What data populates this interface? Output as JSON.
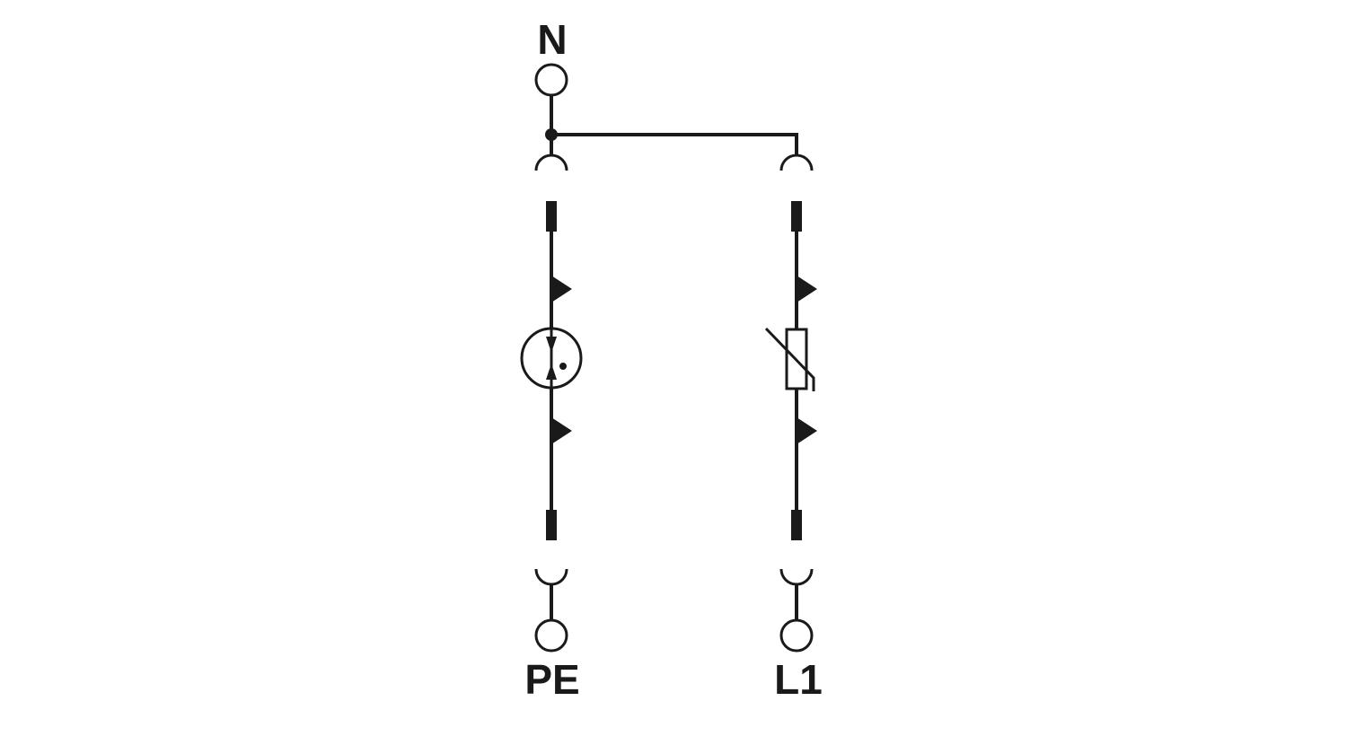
{
  "terminals": {
    "top": "N",
    "bottom_left": "PE",
    "bottom_right": "L1"
  },
  "colors": {
    "line": "#1a1a1a",
    "background": "#ffffff"
  },
  "components": {
    "left_branch": "gas-discharge-tube",
    "right_branch": "varistor"
  }
}
